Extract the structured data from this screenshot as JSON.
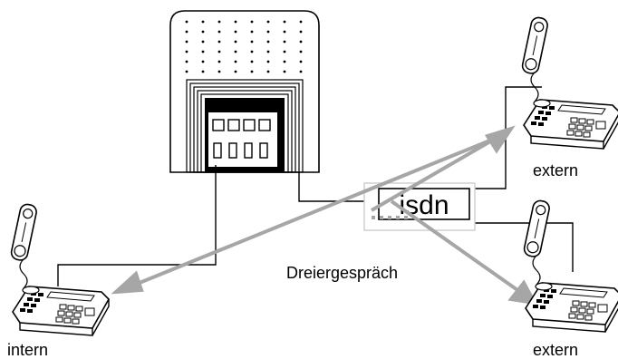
{
  "diagram": {
    "labels": {
      "isdn": "isdn",
      "caption": "Dreiergespräch",
      "intern": "intern",
      "extern_top": "extern",
      "extern_bottom": "extern"
    },
    "colors": {
      "line": "#000000",
      "arrow": "#a6a6a6",
      "background": "#ffffff"
    }
  }
}
